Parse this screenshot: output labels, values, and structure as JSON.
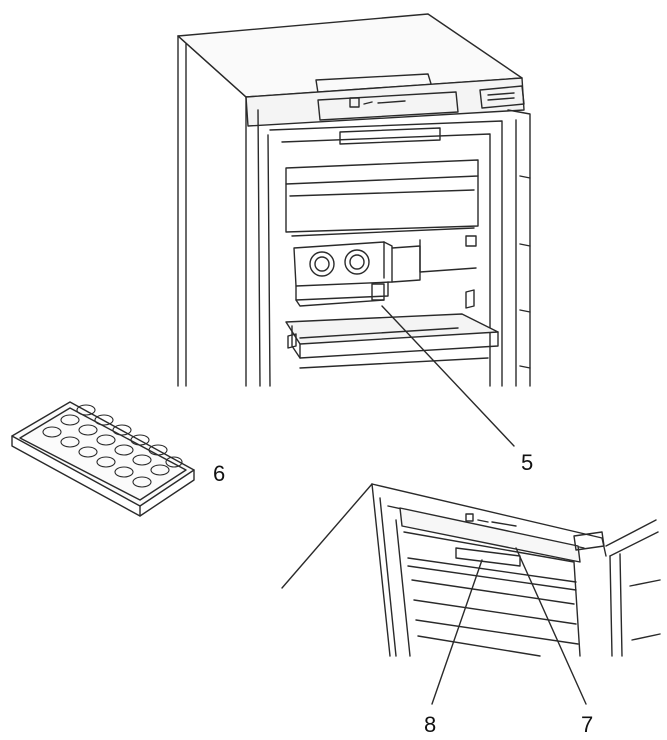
{
  "callouts": {
    "c5": "5",
    "c6": "6",
    "c7": "7",
    "c8": "8"
  },
  "colors": {
    "line": "#2a2a2a",
    "background": "#ffffff",
    "shading": "#e6e6e6"
  }
}
